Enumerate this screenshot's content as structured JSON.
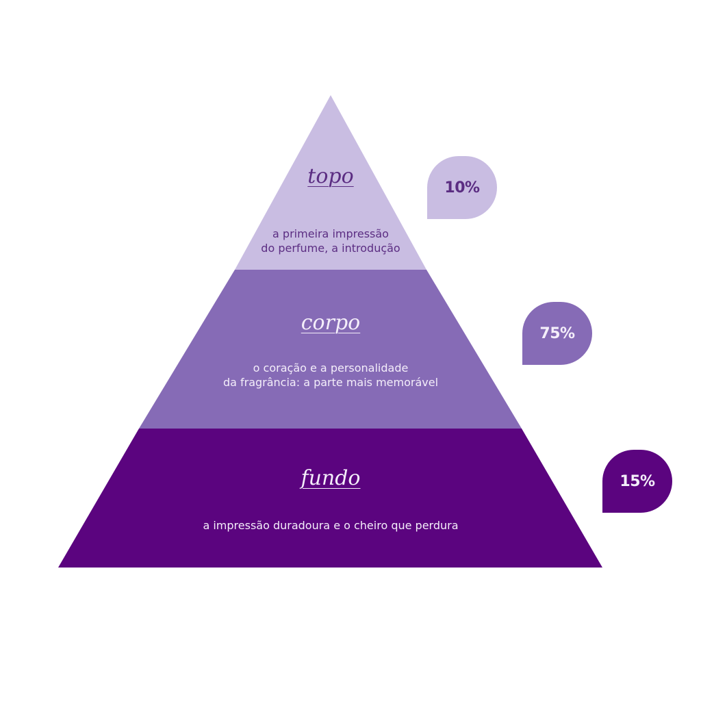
{
  "colors": {
    "top_tier": "#c9bde2",
    "middle_tier": "#866bb6",
    "bottom_tier": "#5b047f",
    "dark_text": "#5b2d82",
    "light_text": "#f4eefa"
  },
  "tiers": [
    {
      "title": "topo",
      "description": "a primeira impressão\ndo perfume, a introdução",
      "percent": "10%"
    },
    {
      "title": "corpo",
      "description": "o coração e a personalidade\nda fragrância: a parte mais memorável",
      "percent": "75%"
    },
    {
      "title": "fundo",
      "description": "a impressão duradoura e o cheiro que perdura",
      "percent": "15%"
    }
  ]
}
